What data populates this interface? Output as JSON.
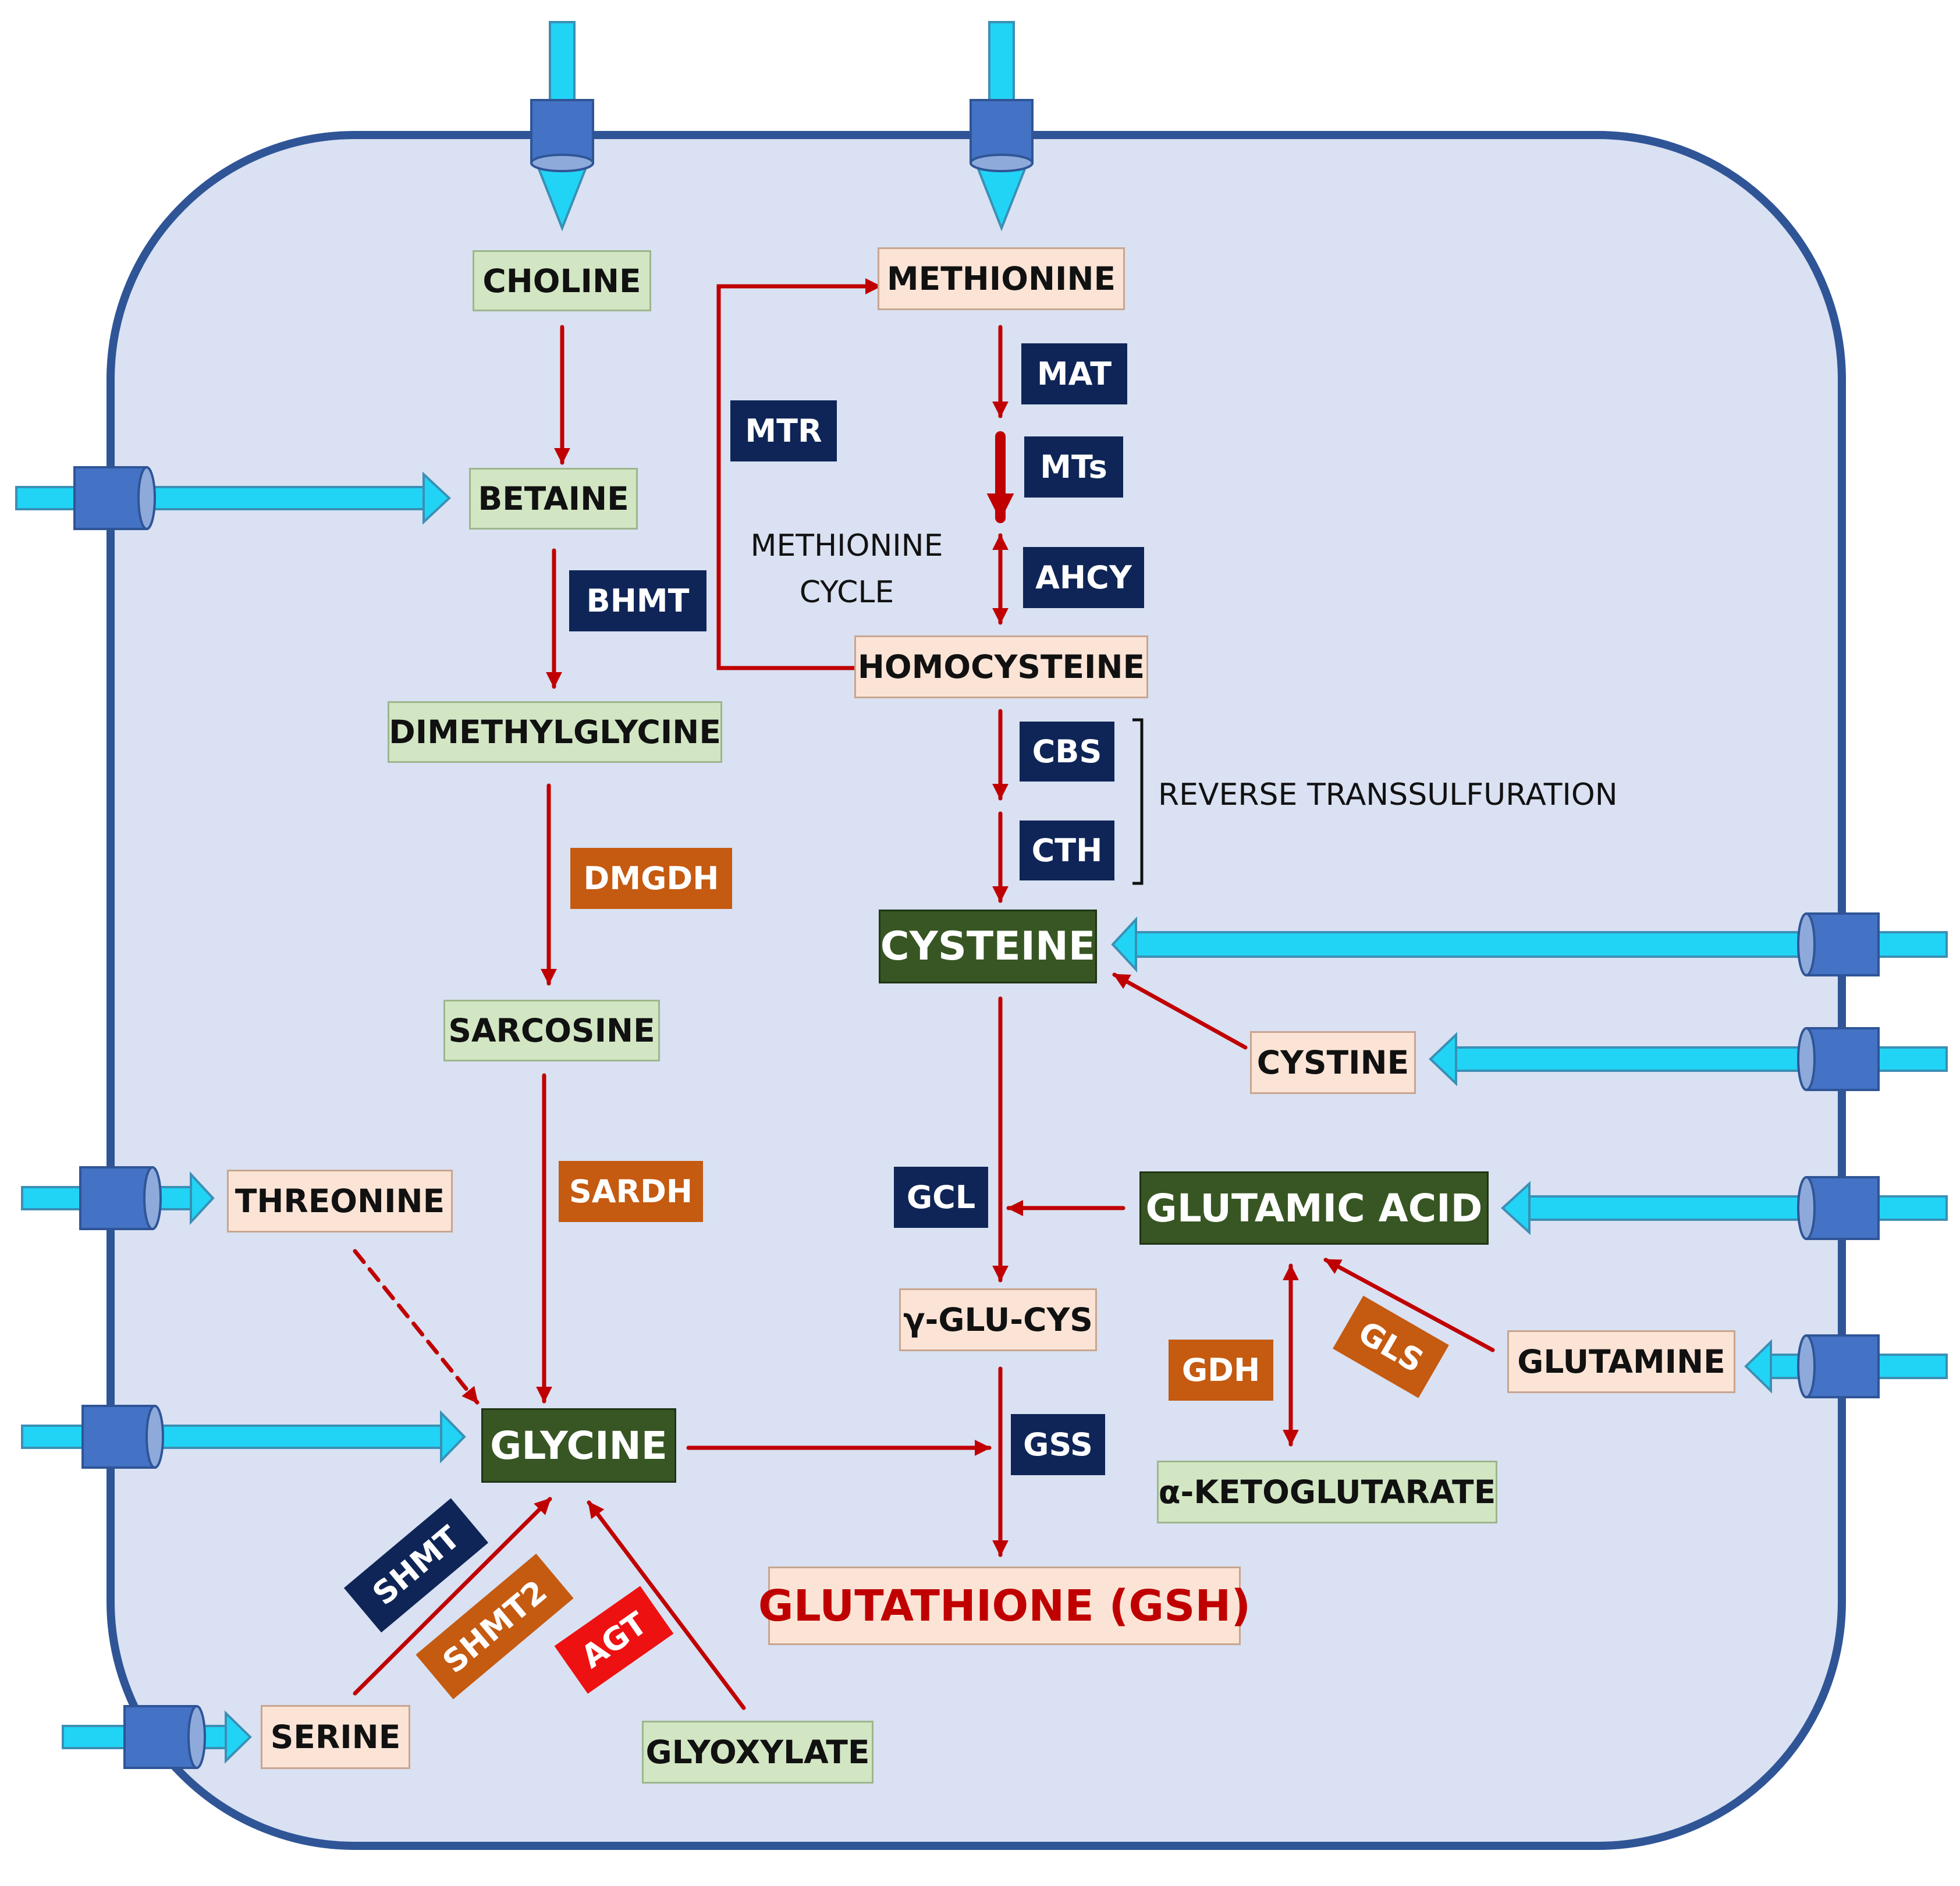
{
  "metabolites": {
    "choline": "CHOLINE",
    "betaine": "BETAINE",
    "dimethylglycine": "DIMETHYLGLYCINE",
    "sarcosine": "SARCOSINE",
    "threonine": "THREONINE",
    "glycine": "GLYCINE",
    "serine": "SERINE",
    "glyoxylate": "GLYOXYLATE",
    "methionine": "METHIONINE",
    "homocysteine": "HOMOCYSTEINE",
    "cysteine": "CYSTEINE",
    "cystine": "CYSTINE",
    "glutamic_acid": "GLUTAMIC ACID",
    "glu_cys": "γ-GLU-CYS",
    "glutamine": "GLUTAMINE",
    "ketoglutarate": "α-KETOGLUTARATE",
    "glutathione": "GLUTATHIONE (GSH)"
  },
  "enzymes": {
    "bhmt": "BHMT",
    "dmgdh": "DMGDH",
    "sardh": "SARDH",
    "shmt": "SHMT",
    "shmt2": "SHMT2",
    "agt": "AGT",
    "mtr": "MTR",
    "mat": "MAT",
    "mts": "MTs",
    "ahcy": "AHCY",
    "cbs": "CBS",
    "cth": "CTH",
    "gcl": "GCL",
    "gss": "GSS",
    "gdh": "GDH",
    "gls": "GLS"
  },
  "text": {
    "methionine_cycle_line1": "METHIONINE",
    "methionine_cycle_line2": "CYCLE",
    "reverse_transsulfuration": "REVERSE TRANSSULFURATION"
  },
  "colors": {
    "cell_fill": "#d9e1f2",
    "cell_border": "#2f5597",
    "arrow_red": "#c00000",
    "transport_cyan": "#21d4f5",
    "transporter_blue": "#4472c4",
    "metabolite_green": "#d2e6c4",
    "metabolite_peach": "#fbe4d6",
    "metabolite_dark_green": "#375623",
    "enzyme_navy": "#0f2557",
    "enzyme_orange": "#c55a11",
    "enzyme_red": "#ee1111",
    "glutathione_text": "#c00000"
  }
}
